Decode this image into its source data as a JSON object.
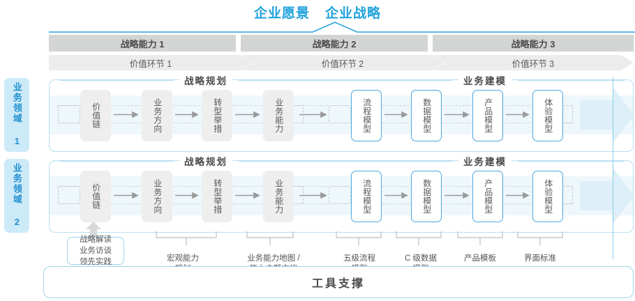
{
  "header": {
    "vision_label": "企业愿景",
    "strategy_label": "企业战略"
  },
  "capabilities": [
    {
      "label": "战略能力 1"
    },
    {
      "label": "战略能力 2"
    },
    {
      "label": "战略能力 3"
    }
  ],
  "value_chain": [
    {
      "label": "价值环节 1"
    },
    {
      "label": "价值环节 2"
    },
    {
      "label": "价值环节 3"
    }
  ],
  "domains": [
    {
      "label": "业务领域 1"
    },
    {
      "label": "业务领域 2"
    }
  ],
  "sections": {
    "planning_label": "战略规划",
    "modeling_label": "业务建模"
  },
  "nodes": {
    "planning": [
      {
        "label": "价值链"
      },
      {
        "label": "业务方向"
      },
      {
        "label": "转型举措"
      },
      {
        "label": "业务能力"
      }
    ],
    "modeling": [
      {
        "label": "流程模型"
      },
      {
        "label": "数据模型"
      },
      {
        "label": "产品模型"
      },
      {
        "label": "体验模型"
      }
    ]
  },
  "footer": {
    "tools_box": "战略解读\n业务访谈\n领先实践",
    "labels": [
      {
        "text": "宏观能力\n规划"
      },
      {
        "text": "业务能力地图 /\n能力主题文档"
      },
      {
        "text": "五级流程\n模型"
      },
      {
        "text": "C 级数据\n模型"
      },
      {
        "text": "产品模板"
      },
      {
        "text": "界面标准"
      }
    ],
    "toolbar_label": "工具支撑"
  },
  "colors": {
    "accent": "#1FA2DC",
    "capability_bar": "#d3d4d4",
    "value_chain": "#ececec",
    "band": "#eef7fc",
    "arrow_fill": "#ddeff9",
    "node_grey": "#eeeeee",
    "node_blue_border": "#4ba8de",
    "domain_bg": "#cdeaf8"
  }
}
